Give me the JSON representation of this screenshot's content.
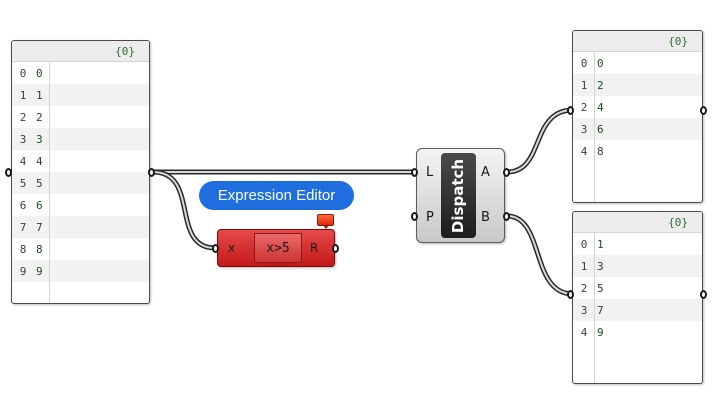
{
  "input_panel": {
    "path": "{0}",
    "rows": [
      {
        "index": "0",
        "value": "0"
      },
      {
        "index": "1",
        "value": "1"
      },
      {
        "index": "2",
        "value": "2"
      },
      {
        "index": "3",
        "value": "3"
      },
      {
        "index": "4",
        "value": "4"
      },
      {
        "index": "5",
        "value": "5"
      },
      {
        "index": "6",
        "value": "6"
      },
      {
        "index": "7",
        "value": "7"
      },
      {
        "index": "8",
        "value": "8"
      },
      {
        "index": "9",
        "value": "9"
      }
    ]
  },
  "expression_component": {
    "input_label": "x",
    "expression": "x>5",
    "output_label": "R"
  },
  "tooltip": {
    "text": "Expression Editor"
  },
  "dispatch_component": {
    "name": "Dispatch",
    "input_list": "L",
    "input_pattern": "P",
    "output_a": "A",
    "output_b": "B"
  },
  "output_panel_a": {
    "path": "{0}",
    "rows": [
      {
        "index": "0",
        "value": "0"
      },
      {
        "index": "1",
        "value": "2"
      },
      {
        "index": "2",
        "value": "4"
      },
      {
        "index": "3",
        "value": "6"
      },
      {
        "index": "4",
        "value": "8"
      }
    ]
  },
  "output_panel_b": {
    "path": "{0}",
    "rows": [
      {
        "index": "0",
        "value": "1"
      },
      {
        "index": "1",
        "value": "3"
      },
      {
        "index": "2",
        "value": "5"
      },
      {
        "index": "3",
        "value": "7"
      },
      {
        "index": "4",
        "value": "9"
      }
    ]
  },
  "colors": {
    "expression_red": "#d42a2a",
    "tooltip_blue": "#1e6ee0",
    "dispatch_label": "#2a2a2a",
    "panel_text": "#1e4d1e"
  }
}
